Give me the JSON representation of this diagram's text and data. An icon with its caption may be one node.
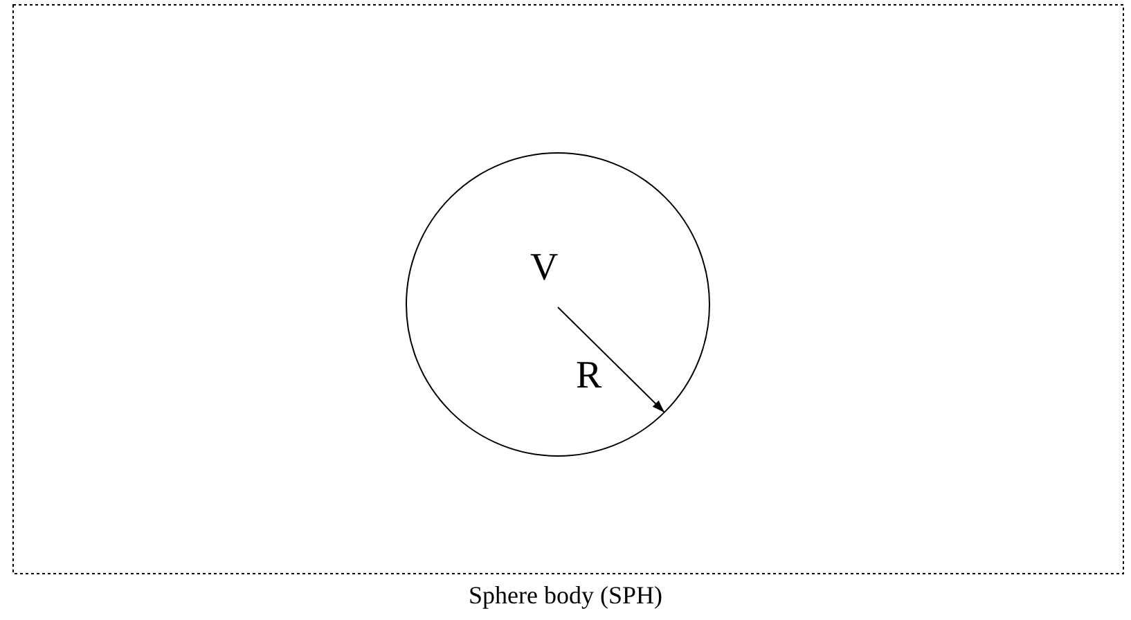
{
  "diagram": {
    "caption": "Sphere body (SPH)",
    "nodes": [
      {
        "text": [
          "V"
        ]
      }
    ],
    "labels": [
      "R"
    ]
  }
}
